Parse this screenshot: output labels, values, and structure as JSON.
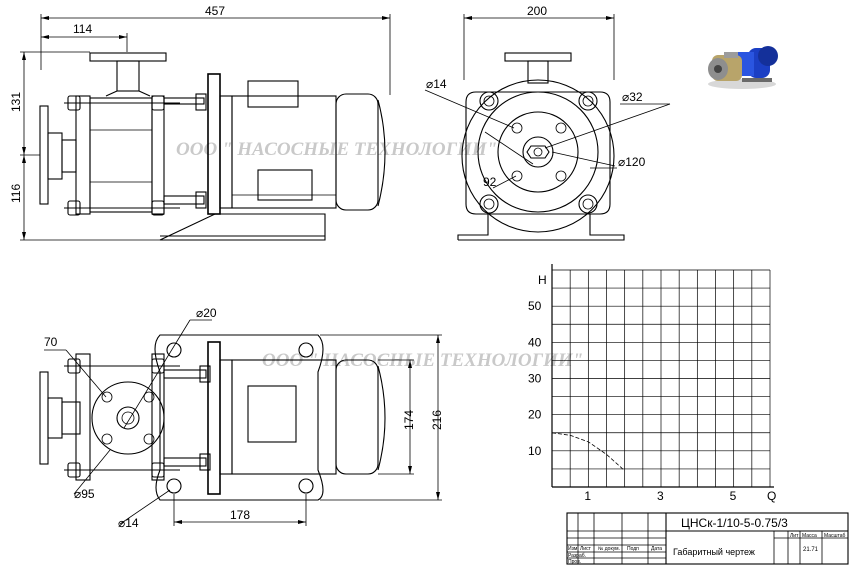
{
  "dimensions": {
    "total_length": "457",
    "flange_offset": "114",
    "upper_height": "131",
    "lower_height": "116",
    "front_width": "200",
    "d14_front": "⌀14",
    "d32": "⌀32",
    "d120": "⌀120",
    "bolt_92": "92",
    "d20": "⌀20",
    "d70": "70",
    "d95": "⌀95",
    "d14_bottom": "⌀14",
    "base_178": "178",
    "height_174": "174",
    "height_216": "216"
  },
  "watermark": {
    "top": "ООО \" НАСОСНЫЕ ТЕХНОЛОГИИ\"",
    "bottom": "ООО \" НАСОСНЫЕ ТЕХНОЛОГИИ\""
  },
  "chart_data": {
    "type": "line",
    "title": "",
    "xlabel": "Q",
    "ylabel": "H",
    "x_ticks": [
      "1",
      "3",
      "5"
    ],
    "y_ticks": [
      "50",
      "40",
      "30",
      "20",
      "10"
    ],
    "xlim": [
      0,
      6
    ],
    "ylim": [
      0,
      60
    ],
    "grid": true,
    "series": [
      {
        "x": [
          0,
          0.5,
          1.0,
          1.5,
          2.0
        ],
        "y": [
          15,
          14.3,
          12.5,
          9.0,
          4.5
        ]
      }
    ]
  },
  "title_block": {
    "model": "ЦНСк-1/10-5-0.75/3",
    "doc_name": "Габаритный чертеж",
    "mass": "21.71",
    "col_lit": "Лит",
    "col_mass": "Масса",
    "col_scale": "Масштаб",
    "row_izm": "Изм",
    "row_list": "Лист",
    "row_doc": "№ докум.",
    "row_sign": "Подп",
    "row_date": "Дата",
    "row_razrab": "Разраб.",
    "row_prov": "Пров."
  }
}
